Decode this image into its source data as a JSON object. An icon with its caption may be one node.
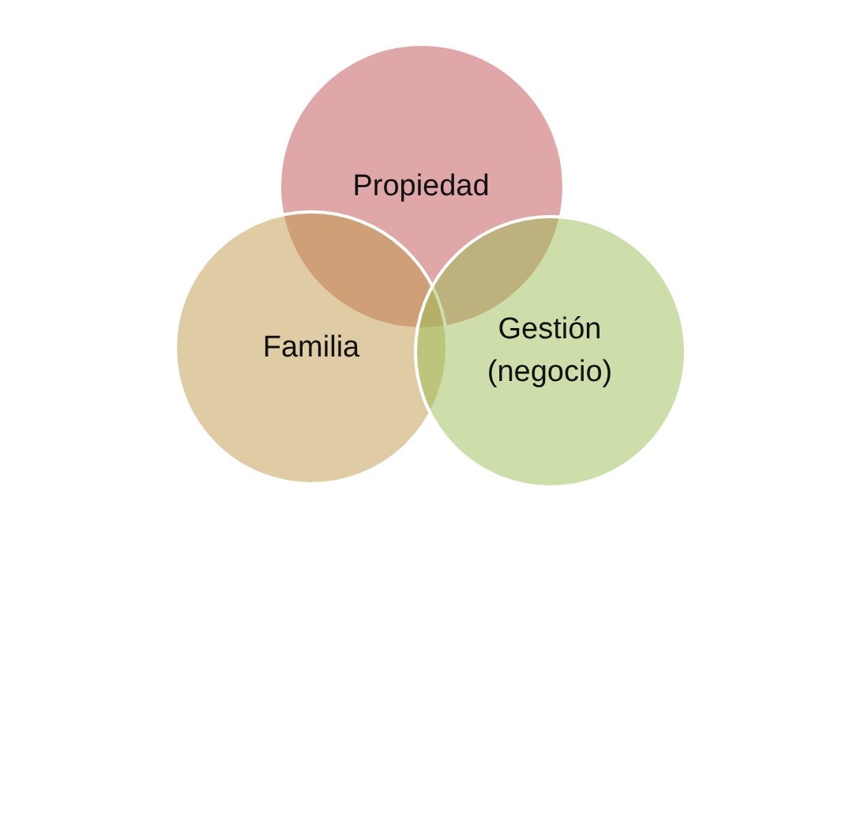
{
  "diagram": {
    "nodes": [
      {
        "text": [
          "Propiedad"
        ]
      },
      {
        "text": [
          "Familia"
        ]
      },
      {
        "text": [
          "Gestión (negocio)"
        ]
      }
    ]
  }
}
